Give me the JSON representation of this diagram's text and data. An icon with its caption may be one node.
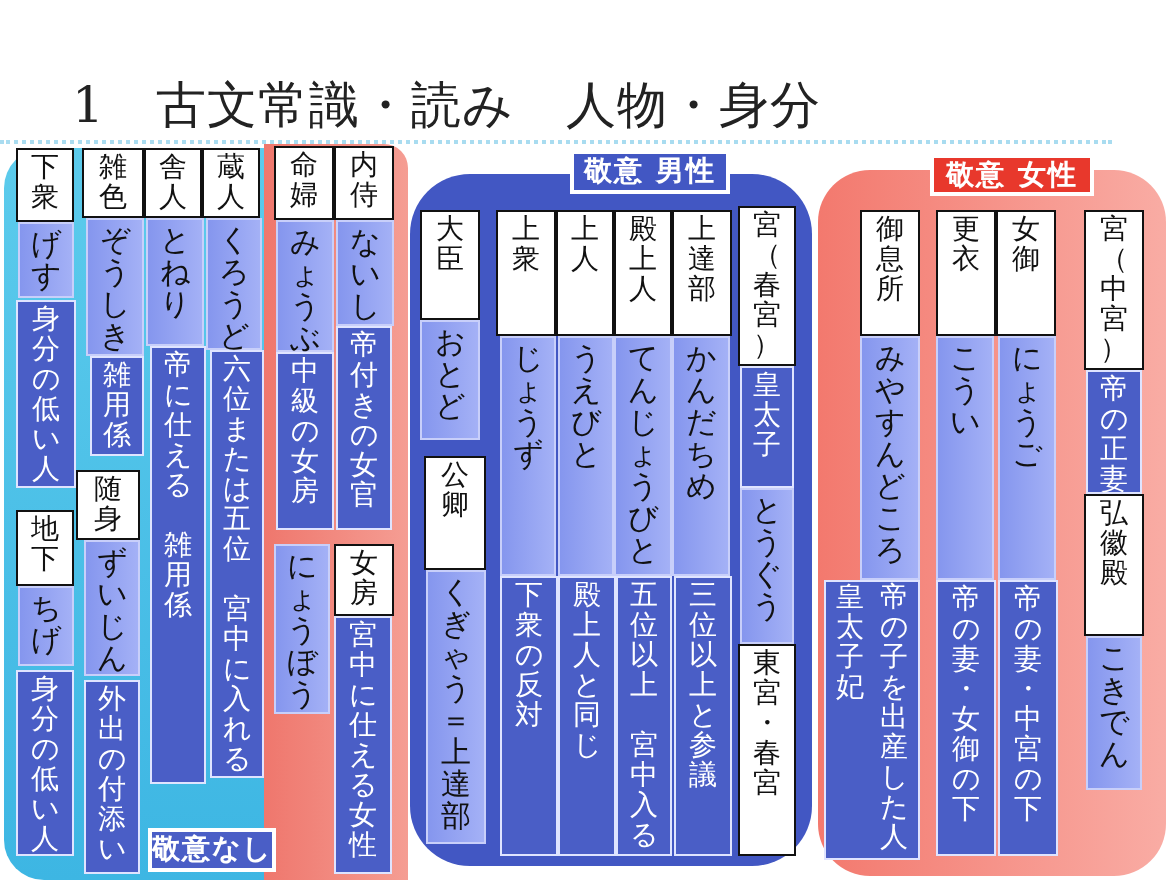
{
  "diagram": {
    "title": "1　古文常識・読み　人物・身分",
    "nodes": [
      {
        "text": [
          "敬意なし"
        ]
      },
      {
        "text": [
          "下衆"
        ],
        "in": 0
      },
      {
        "text": [
          "げす"
        ],
        "in": 0
      },
      {
        "text": [
          "身分の低い人"
        ],
        "in": 0
      },
      {
        "text": [
          "雑色"
        ],
        "in": 0
      },
      {
        "text": [
          "ぞうしき"
        ],
        "in": 0
      },
      {
        "text": [
          "雑用係"
        ],
        "in": 0
      },
      {
        "text": [
          "舎人"
        ],
        "in": 0
      },
      {
        "text": [
          "とねり"
        ],
        "in": 0
      },
      {
        "text": [
          "帝に仕える",
          "雑用係"
        ],
        "in": 0
      },
      {
        "text": [
          "蔵人"
        ],
        "in": 0
      },
      {
        "text": [
          "くろうど"
        ],
        "in": 0
      },
      {
        "text": [
          "六位または五位",
          "宮中に入れる"
        ],
        "in": 0
      },
      {
        "text": [
          "地下"
        ],
        "in": 0
      },
      {
        "text": [
          "ちげ"
        ],
        "in": 0
      },
      {
        "text": [
          "身分の低い人"
        ],
        "in": 0
      },
      {
        "text": [
          "随身"
        ],
        "in": 0
      },
      {
        "text": [
          "ずいじん"
        ],
        "in": 0
      },
      {
        "text": [
          "外出の付添い"
        ],
        "in": 0
      },
      {
        "text": [],
        "shape": "box"
      },
      {
        "text": [
          "命婦"
        ],
        "in": 19
      },
      {
        "text": [
          "みょうぶ"
        ],
        "in": 19
      },
      {
        "text": [
          "中級の女房"
        ],
        "in": 19
      },
      {
        "text": [
          "内侍"
        ],
        "in": 19
      },
      {
        "text": [
          "ないし"
        ],
        "in": 19
      },
      {
        "text": [
          "帝付きの女官"
        ],
        "in": 19
      },
      {
        "text": [
          "にょうぼう"
        ],
        "in": 19
      },
      {
        "text": [
          "女房"
        ],
        "in": 19
      },
      {
        "text": [
          "宮中に仕える女性"
        ],
        "in": 19
      },
      {
        "text": [
          "敬意 男性"
        ]
      },
      {
        "text": [
          "大臣"
        ],
        "in": 29
      },
      {
        "text": [
          "おとど"
        ],
        "in": 29
      },
      {
        "text": [
          "公卿"
        ],
        "in": 29
      },
      {
        "text": [
          "くぎゃう＝上達部"
        ],
        "in": 29
      },
      {
        "text": [
          "上衆"
        ],
        "in": 29
      },
      {
        "text": [
          "じょうず"
        ],
        "in": 29
      },
      {
        "text": [
          "下衆の反対"
        ],
        "in": 29
      },
      {
        "text": [
          "上人"
        ],
        "in": 29
      },
      {
        "text": [
          "うえびと"
        ],
        "in": 29
      },
      {
        "text": [
          "殿上人と同じ"
        ],
        "in": 29
      },
      {
        "text": [
          "殿上人"
        ],
        "in": 29
      },
      {
        "text": [
          "てんじょうびと"
        ],
        "in": 29
      },
      {
        "text": [
          "五位以上",
          "宮中入る"
        ],
        "in": 29
      },
      {
        "text": [
          "上達部"
        ],
        "in": 29
      },
      {
        "text": [
          "かんだちめ"
        ],
        "in": 29
      },
      {
        "text": [
          "三位以上と参議"
        ],
        "in": 29
      },
      {
        "text": [
          "宮（春宮）"
        ],
        "in": 29
      },
      {
        "text": [
          "皇太子"
        ],
        "in": 29
      },
      {
        "text": [
          "とうぐう"
        ],
        "in": 29
      },
      {
        "text": [
          "東宮・春宮"
        ],
        "in": 29
      },
      {
        "text": [
          "敬意 女性"
        ]
      },
      {
        "text": [
          "御息所"
        ],
        "in": 50
      },
      {
        "text": [
          "みやすんどころ"
        ],
        "in": 50
      },
      {
        "text": [
          "帝の子を出産した人皇太子妃"
        ],
        "in": 50
      },
      {
        "text": [
          "更衣"
        ],
        "in": 50
      },
      {
        "text": [
          "こうい"
        ],
        "in": 50
      },
      {
        "text": [
          "帝の妻・女御の下"
        ],
        "in": 50
      },
      {
        "text": [
          "女御"
        ],
        "in": 50
      },
      {
        "text": [
          "にょうご"
        ],
        "in": 50
      },
      {
        "text": [
          "帝の妻・中宮の下"
        ],
        "in": 50
      },
      {
        "text": [
          "宮（中宮）"
        ],
        "in": 50
      },
      {
        "text": [
          "帝の正妻"
        ],
        "in": 50
      },
      {
        "text": [
          "弘徽殿"
        ],
        "in": 50
      },
      {
        "text": [
          "こきでん"
        ],
        "in": 50
      }
    ]
  }
}
